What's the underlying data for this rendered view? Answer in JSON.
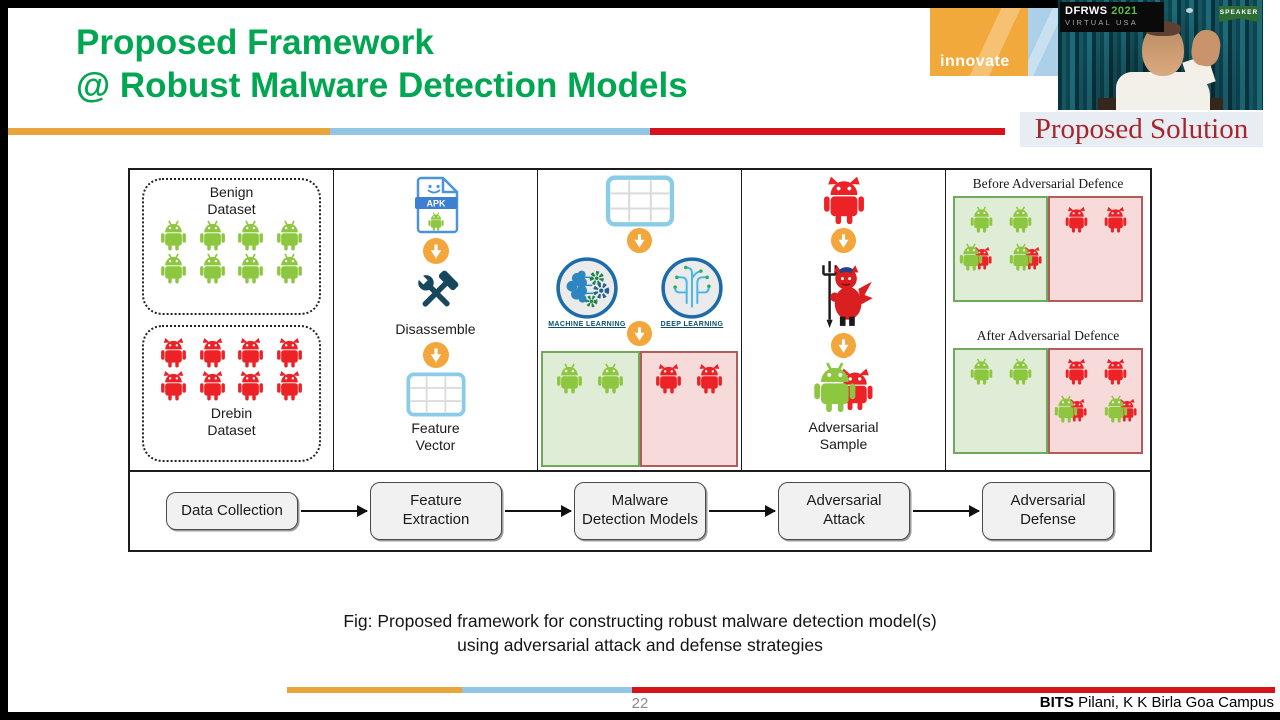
{
  "title": {
    "line1": "Proposed Framework",
    "line2": "@ Robust Malware Detection Models"
  },
  "branding": {
    "innovate": "innovate"
  },
  "webcam": {
    "brand": "DFRWS",
    "year": "2021",
    "subtitle": "VIRTUAL USA",
    "badge": "SPEAKER",
    "caption": "Proposed Solution"
  },
  "pipeline": {
    "col1": {
      "benign": "Benign Dataset",
      "drebin": "Drebin Dataset"
    },
    "col2": {
      "apk": "APK",
      "disassemble": "Disassemble",
      "feature_vector": "Feature Vector"
    },
    "col3": {
      "ml": "MACHINE LEARNING",
      "dl": "DEEP LEARNING"
    },
    "col4": {
      "adversarial_sample": "Adversarial Sample"
    },
    "col5": {
      "before": "Before Adversarial Defence",
      "after": "After Adversarial Defence"
    }
  },
  "flow": {
    "steps": [
      {
        "label": "Data Collection"
      },
      {
        "label": "Feature Extraction"
      },
      {
        "label": "Malware Detection Models"
      },
      {
        "label": "Adversarial Attack"
      },
      {
        "label": "Adversarial Defense"
      }
    ]
  },
  "caption": {
    "line1": "Fig: Proposed framework for constructing robust malware detection model(s)",
    "line2": "using adversarial attack and defense strategies"
  },
  "footer": {
    "page": "22",
    "org_bold": "BITS",
    "org_rest": " Pilani, K K Birla Goa Campus"
  },
  "colors": {
    "title_green": "#00A651",
    "android_green": "#8DC63F",
    "android_red": "#EC2227",
    "bar_orange": "#E9A43C",
    "bar_blue": "#93C6E5",
    "bar_red": "#D6131B"
  }
}
